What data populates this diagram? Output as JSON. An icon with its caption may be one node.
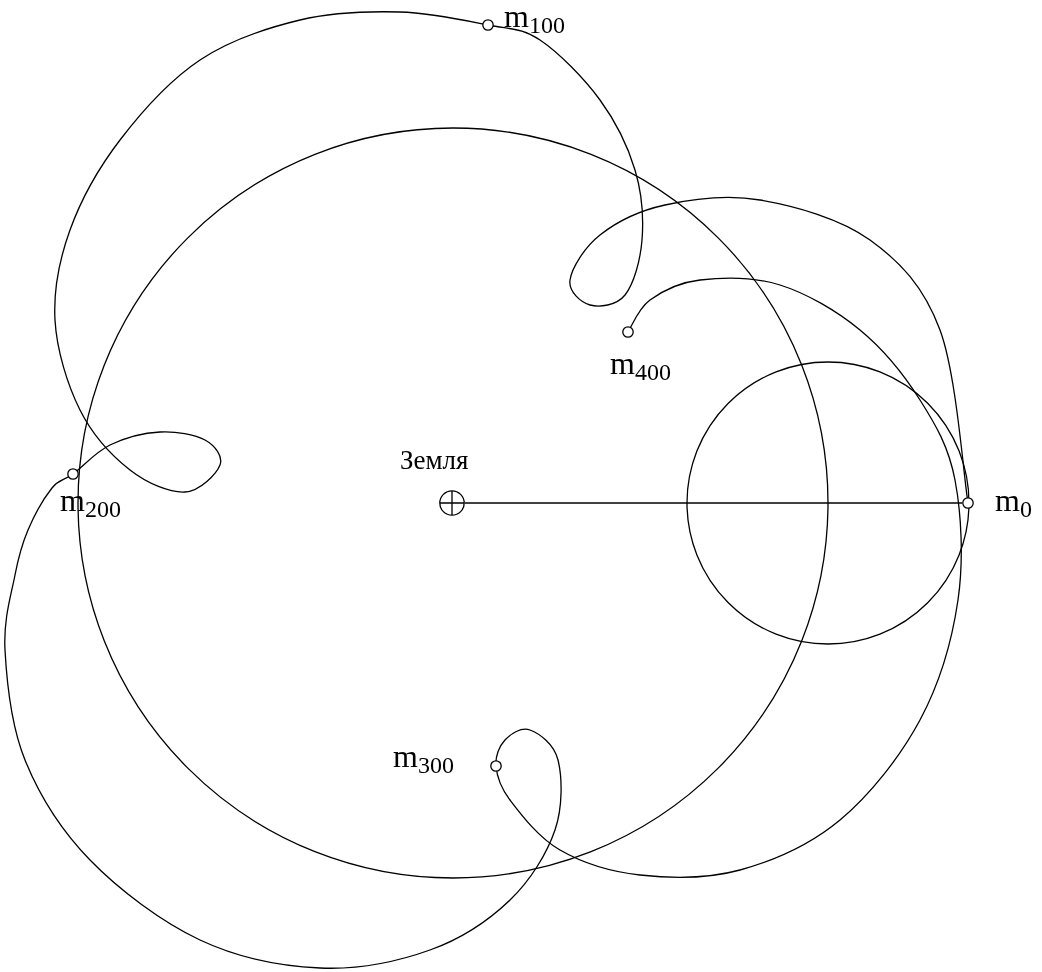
{
  "diagram": {
    "nodes": [
      {
        "text": [],
        "shape": "circle",
        "beside": [
          "Земля"
        ]
      },
      {
        "text": [],
        "shape": "circle",
        "beside": [
          "m$_{0}$"
        ]
      },
      {
        "text": [],
        "shape": "circle",
        "beside": [
          "m$_{100}$"
        ]
      },
      {
        "text": [],
        "shape": "circle",
        "beside": [
          "m$_{200}$"
        ]
      },
      {
        "text": [],
        "shape": "circle",
        "beside": [
          "m$_{300}$"
        ]
      },
      {
        "text": [],
        "shape": "circle",
        "beside": [
          "m$_{400}$"
        ]
      }
    ],
    "edges": [
      {
        "from": 0,
        "to": 1,
        "arrow": "none"
      }
    ]
  }
}
